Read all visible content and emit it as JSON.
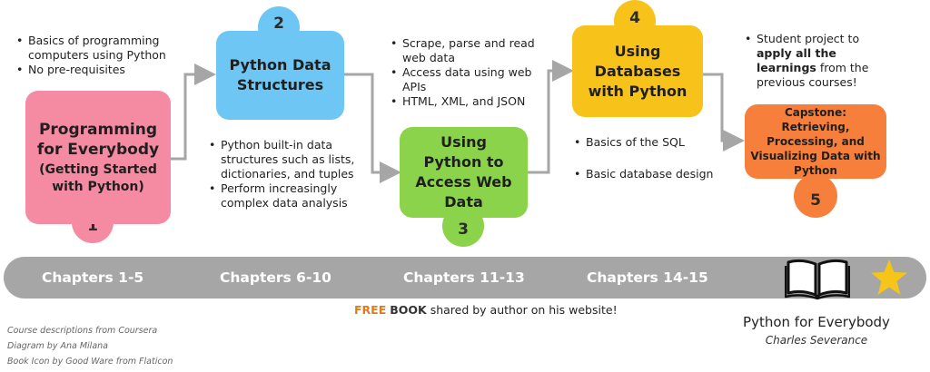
{
  "steps": [
    {
      "title": "Programming for Everybody",
      "subtitle": "(Getting Started with Python)",
      "number": "1",
      "color": "#f48ba3"
    },
    {
      "title": "Python Data Structures",
      "number": "2",
      "color": "#6ec6f5"
    },
    {
      "title": "Using Python to Access Web Data",
      "number": "3",
      "color": "#8bd34a"
    },
    {
      "title": "Using Databases with Python",
      "number": "4",
      "color": "#f7c21a"
    },
    {
      "title": "Capstone: Retrieving, Processing, and Visualizing Data with Python",
      "number": "5",
      "color": "#f57f3b"
    }
  ],
  "notes": {
    "step1": [
      "Basics of programming computers using Python",
      "No pre-requisites"
    ],
    "step2": [
      "Python built-in data structures such as lists, dictionaries, and tuples",
      "Perform increasingly complex data analysis"
    ],
    "step3": [
      "Scrape, parse and read web data",
      "Access data using web APIs",
      "HTML, XML, and JSON"
    ],
    "step4": [
      "Basics of the SQL",
      "Basic database design"
    ],
    "step5": {
      "pre": "Student project to ",
      "bold": "apply all the learnings",
      "post": " from the previous courses!"
    }
  },
  "chapters": [
    "Chapters 1-5",
    "Chapters 6-10",
    "Chapters 11-13",
    "Chapters 14-15"
  ],
  "free_book": {
    "free": "FREE",
    "book": "BOOK",
    "rest": "shared by author on his website!",
    "free_color": "#e07b1a"
  },
  "book": {
    "title": "Python for Everybody",
    "author": "Charles Severance",
    "icon": "open-book-icon",
    "star_icon": "star-icon",
    "star_color": "#f5c518"
  },
  "credits": [
    "Course descriptions from Coursera",
    "Diagram by Ana Milana",
    "Book Icon by Good Ware from Flaticon"
  ]
}
